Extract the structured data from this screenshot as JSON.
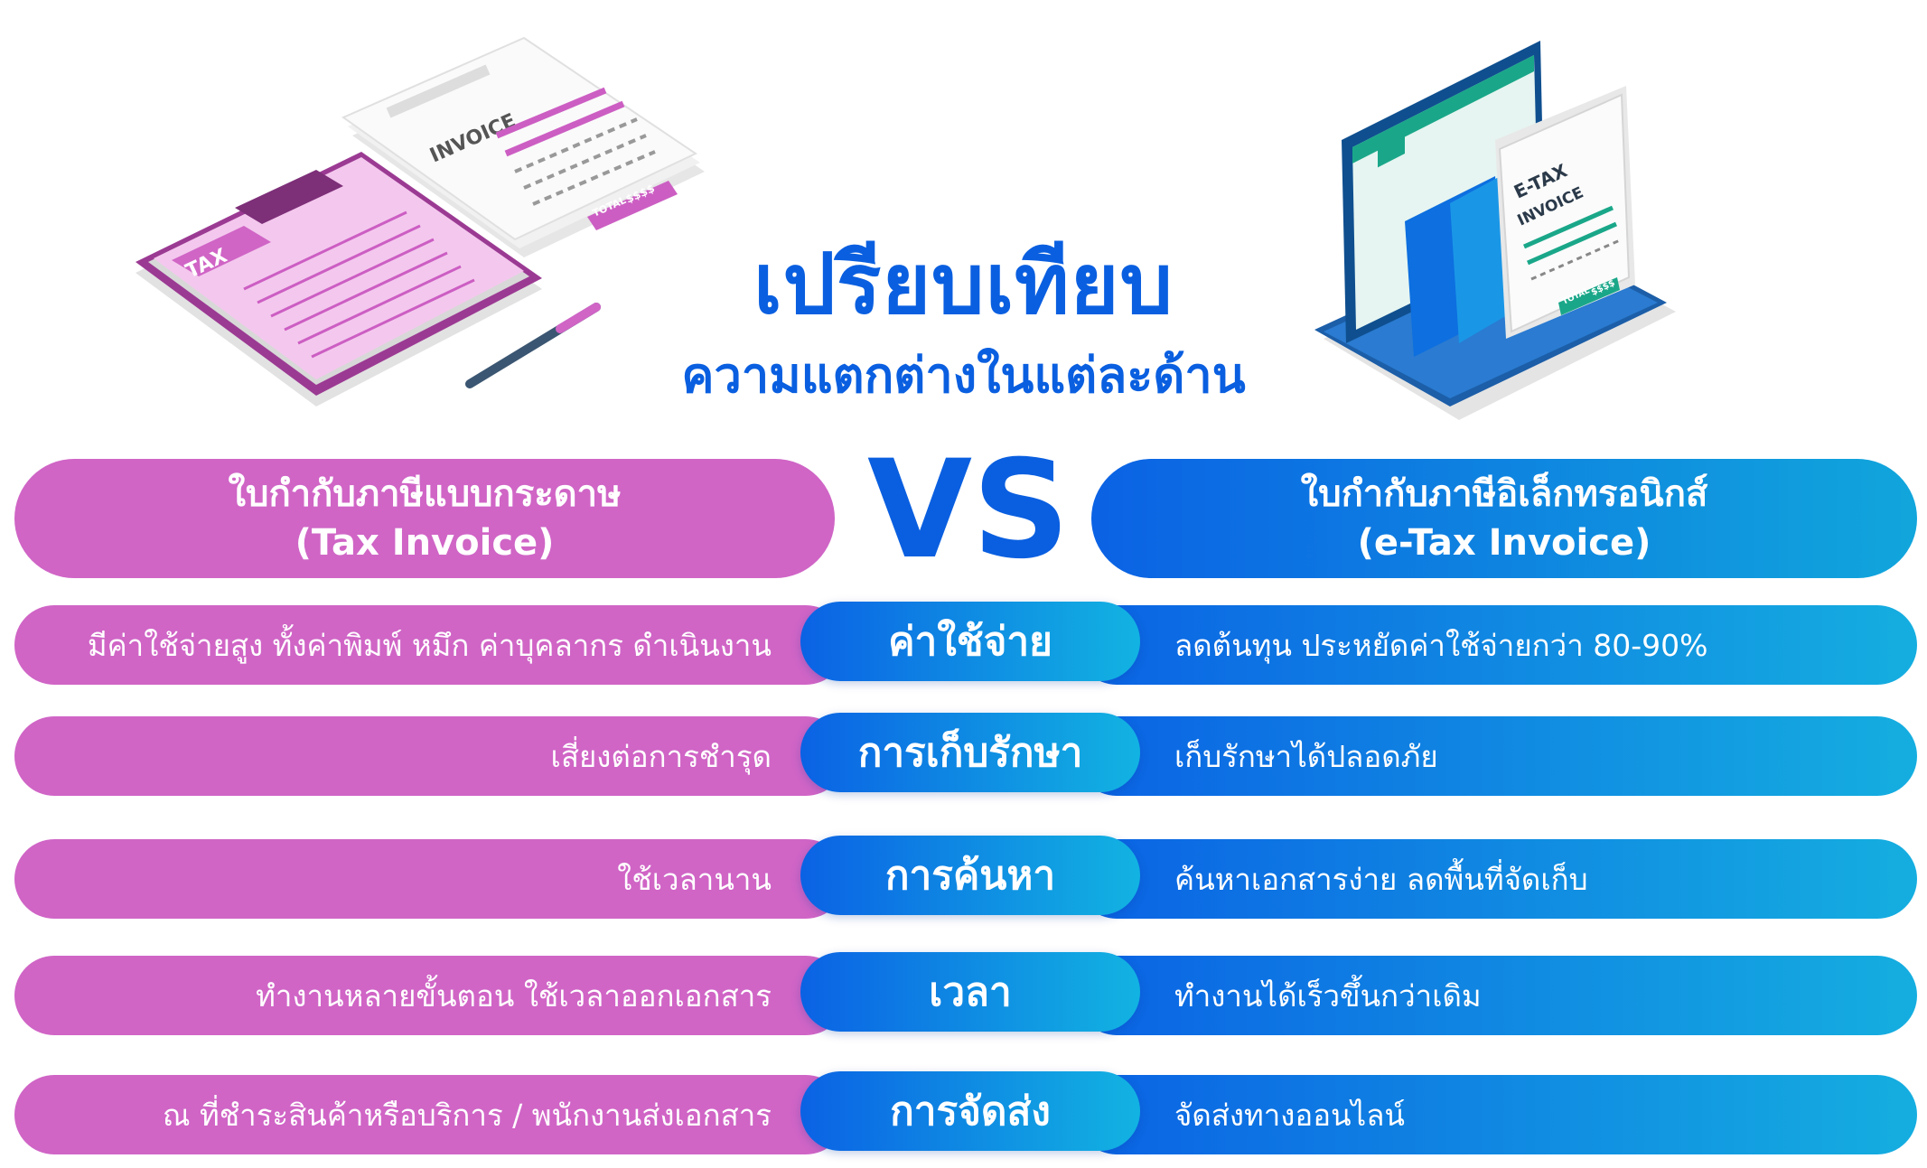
{
  "title": "เปรียบเทียบ",
  "subtitle": "ความแตกต่างในแต่ละด้าน",
  "vs": "VS",
  "paper": {
    "name_th": "ใบกำกับภาษีแบบกระดาษ",
    "name_en": "(Tax Invoice)",
    "illustration": {
      "clipboard_label": "TAX",
      "invoice_label": "INVOICE",
      "total_label": "TOTAL",
      "amount_label": "$$$$"
    }
  },
  "etax": {
    "name_th": "ใบกำกับภาษีอิเล็กทรอนิกส์",
    "name_en": "(e-Tax Invoice)",
    "illustration": {
      "doc_label_1": "E-TAX",
      "doc_label_2": "INVOICE",
      "total_label": "TOTAL",
      "amount_label": "$$$$"
    }
  },
  "rows": [
    {
      "category": "ค่าใช้จ่าย",
      "paper": "มีค่าใช้จ่ายสูง ทั้งค่าพิมพ์ หมึก ค่าบุคลากร ดำเนินงาน",
      "etax": "ลดต้นทุน ประหยัดค่าใช้จ่ายกว่า 80-90%"
    },
    {
      "category": "การเก็บรักษา",
      "paper": "เสี่ยงต่อการชำรุด",
      "etax": "เก็บรักษาได้ปลอดภัย"
    },
    {
      "category": "การค้นหา",
      "paper": "ใช้เวลานาน",
      "etax": "ค้นหาเอกสารง่าย ลดพื้นที่จัดเก็บ"
    },
    {
      "category": "เวลา",
      "paper": "ทำงานหลายขั้นตอน ใช้เวลาออกเอกสาร",
      "etax": "ทำงานได้เร็วขึ้นกว่าเดิม"
    },
    {
      "category": "การจัดส่ง",
      "paper": "ณ ที่ชำระสินค้าหรือบริการ / พนักงานส่งเอกสาร",
      "etax": "จัดส่งทางออนไลน์"
    }
  ],
  "colors": {
    "primary_blue": "#0a5fe0",
    "paper_pink": "#d065c6",
    "etax_gradient_start": "#0b62e4",
    "etax_gradient_end": "#15aee0"
  }
}
